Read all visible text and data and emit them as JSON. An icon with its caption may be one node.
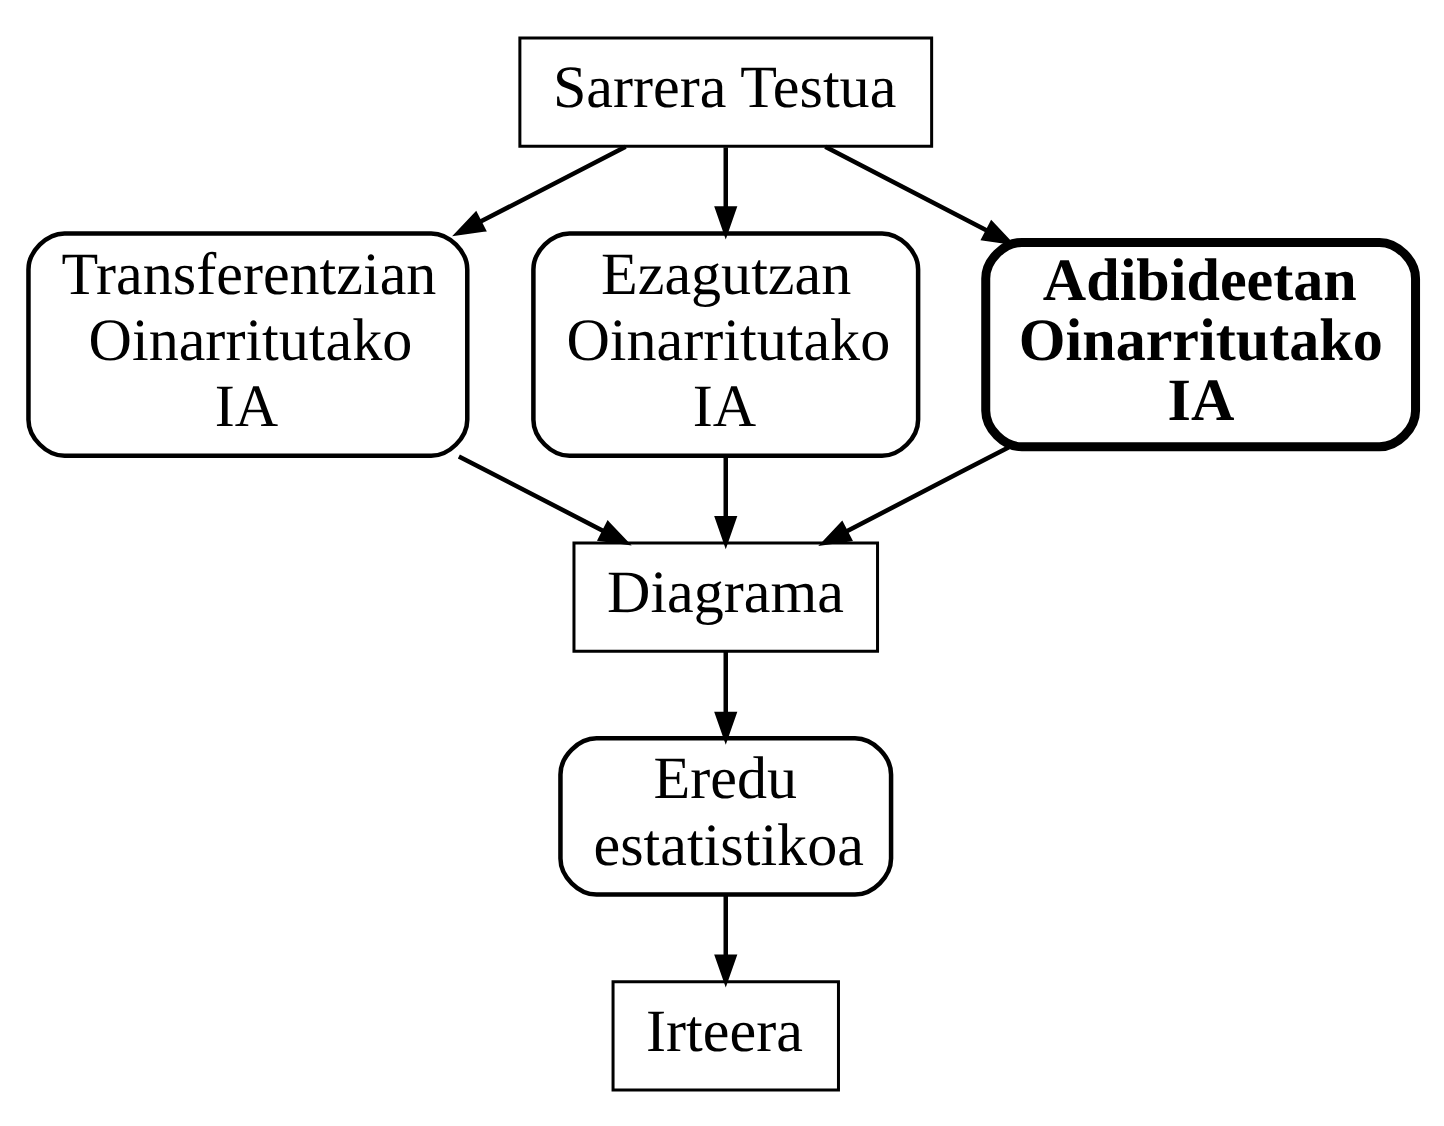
{
  "diagram": {
    "nodes": [
      {
        "text": [
          "Sarrera Testua"
        ]
      },
      {
        "text": [
          "Transferentzian Oinarritutako IA"
        ]
      },
      {
        "text": [
          "Ezagutzan Oinarritutako IA"
        ]
      },
      {
        "text": [
          "Adibideetan Oinarritutako IA"
        ]
      },
      {
        "text": [
          "Diagrama"
        ]
      },
      {
        "text": [
          "Eredu estatistikoa"
        ]
      },
      {
        "text": [
          "Irteera"
        ]
      }
    ],
    "edges": [
      {
        "from": 0,
        "to": 1,
        "arrow": "to"
      },
      {
        "from": 0,
        "to": 2,
        "arrow": "to"
      },
      {
        "from": 0,
        "to": 3,
        "arrow": "to"
      },
      {
        "from": 1,
        "to": 4,
        "arrow": "to"
      },
      {
        "from": 2,
        "to": 4,
        "arrow": "to"
      },
      {
        "from": 3,
        "to": 4,
        "arrow": "to"
      },
      {
        "from": 4,
        "to": 5,
        "arrow": "to"
      },
      {
        "from": 5,
        "to": 6,
        "arrow": "to"
      }
    ]
  }
}
